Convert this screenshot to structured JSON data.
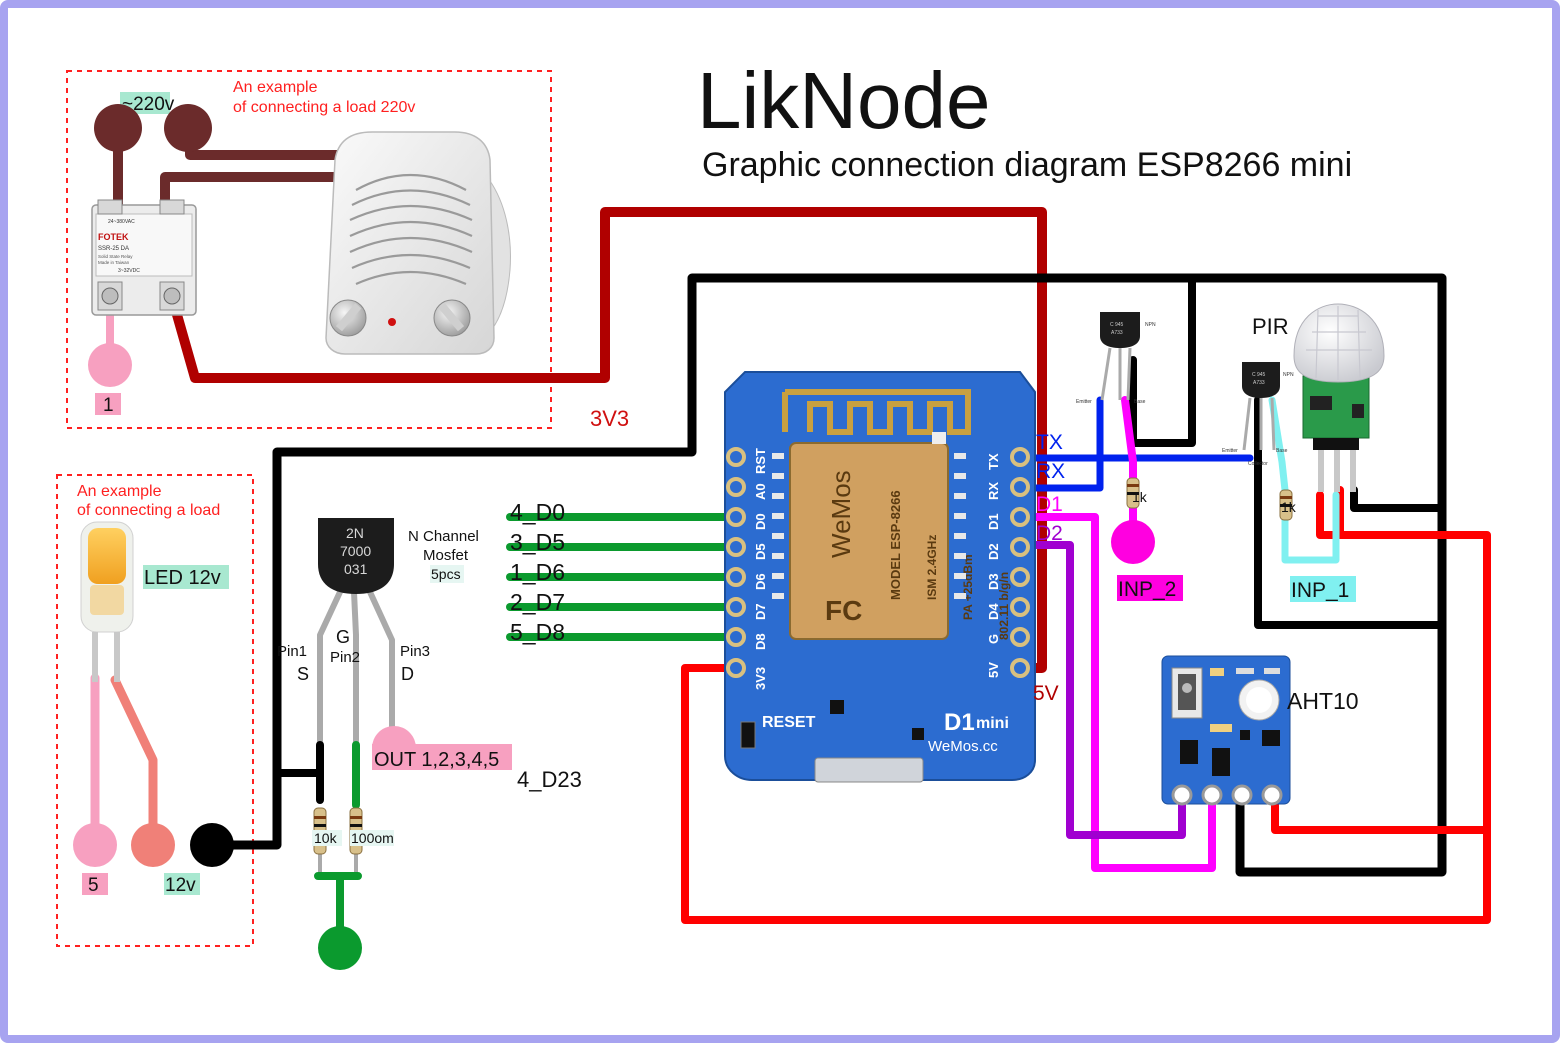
{
  "title": "LikNode",
  "subtitle": "Graphic connection diagram ESP8266 mini",
  "colors": {
    "frame": "#a7a3f0",
    "rail_3v3": "#b00000",
    "ground": "#000000",
    "load_wire": "#6b2b2b",
    "d_pins": "#0b9a2e",
    "power_5v": "#ff0000",
    "tx_rx": "#0022ee",
    "d1": "#ff00ff",
    "d2": "#a000d0",
    "inp1": "#80f0f0",
    "label_green": "#a8e8d0",
    "label_pink": "#f09ac8",
    "label_magenta": "#ff00e0",
    "board_blue": "#2c6cd0",
    "example_red": "#ff2020"
  },
  "load220": {
    "caption1": "An example",
    "caption2": "of connecting a load 220v",
    "voltage": "~220v",
    "pin": "1",
    "relay": {
      "brand": "FOTEK",
      "model": "SSR-25 DA",
      "line2": "Solid State Relay",
      "line3": "Made in Taiwan",
      "input": "3~32VDC",
      "load": "24~380VAC"
    }
  },
  "load12": {
    "caption1": "An example",
    "caption2": "of connecting a load",
    "led": "LED 12v",
    "pin": "5",
    "voltage": "12v"
  },
  "mosfet": {
    "body1": "2N",
    "body2": "7000",
    "body3": "031",
    "desc1": "N Channel",
    "desc2": "Mosfet",
    "desc3": "5pcs",
    "pin1": "Pin1",
    "s": "S",
    "g": "G",
    "pin2": "Pin2",
    "pin3": "Pin3",
    "d": "D",
    "out": "OUT 1,2,3,4,5",
    "out_pin": "4_D23",
    "r1": "10k",
    "r2": "100om"
  },
  "rail_label": "3V3",
  "pins_left": [
    "4_D0",
    "3_D5",
    "1_D6",
    "2_D7",
    "5_D8"
  ],
  "board": {
    "left_pins": [
      "RST",
      "A0",
      "D0",
      "D5",
      "D6",
      "D7",
      "D8",
      "3V3"
    ],
    "right_pins": [
      "TX",
      "RX",
      "D1",
      "D2",
      "D3",
      "D4",
      "G",
      "5V"
    ],
    "chip_line1": "MODEL ESP-8266",
    "chip_line2": "ISM 2.4GHz",
    "chip_line3": "PA +25dBm",
    "chip_line4": "802.11 b/g/n",
    "chip_logo": "WeMos",
    "fc": "FC",
    "reset": "RESET",
    "name1": "D1",
    "name2": "mini",
    "site": "WeMos.cc"
  },
  "right_labels": {
    "tx": "TX",
    "rx": "RX",
    "d1": "D1",
    "d2": "D2",
    "v5": "5V"
  },
  "transistor": {
    "mark1": "C 945",
    "mark2": "A733",
    "npn": "NPN",
    "emitter": "Emitter",
    "collector": "Collector",
    "base": "Base"
  },
  "inp2": {
    "label": "INP_2",
    "r": "1k"
  },
  "pir": {
    "label": "PIR",
    "r": "1k",
    "inp": "INP_1"
  },
  "aht": {
    "label": "AHT10"
  }
}
